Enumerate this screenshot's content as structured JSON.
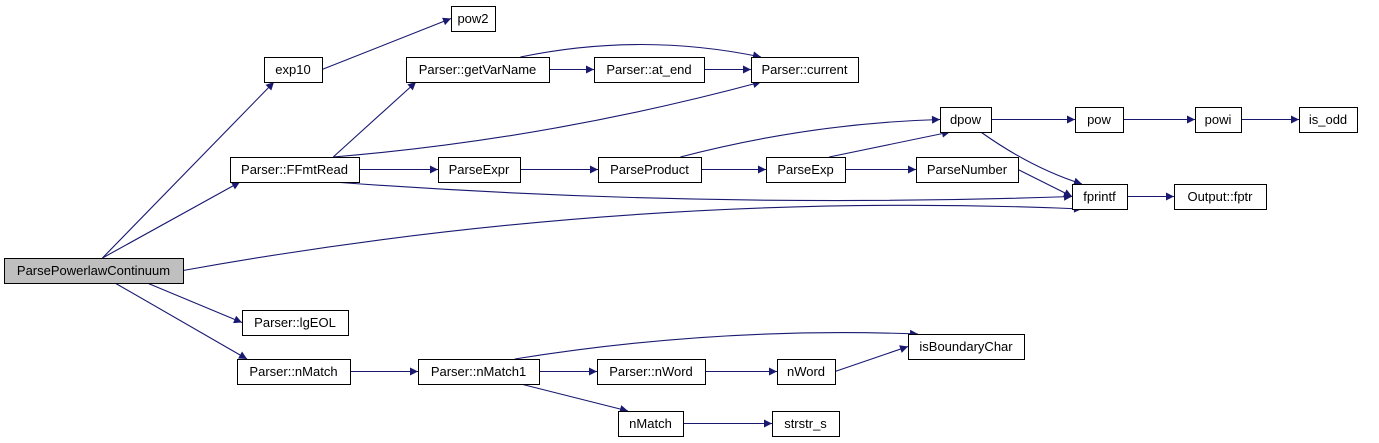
{
  "graph": {
    "colors": {
      "edge": "#191970",
      "root_fill": "#bfbfbf",
      "node_fill": "#ffffff",
      "border": "#000000"
    },
    "nodes": [
      {
        "id": "root",
        "label": "ParsePowerlawContinuum"
      },
      {
        "id": "exp10",
        "label": "exp10"
      },
      {
        "id": "pow2",
        "label": "pow2"
      },
      {
        "id": "getvar",
        "label": "Parser::getVarName"
      },
      {
        "id": "atend",
        "label": "Parser::at_end"
      },
      {
        "id": "current",
        "label": "Parser::current"
      },
      {
        "id": "ffmt",
        "label": "Parser::FFmtRead"
      },
      {
        "id": "parseexpr",
        "label": "ParseExpr"
      },
      {
        "id": "parseproduct",
        "label": "ParseProduct"
      },
      {
        "id": "parseexp",
        "label": "ParseExp"
      },
      {
        "id": "parsenumber",
        "label": "ParseNumber"
      },
      {
        "id": "dpow",
        "label": "dpow"
      },
      {
        "id": "pow",
        "label": "pow"
      },
      {
        "id": "powi",
        "label": "powi"
      },
      {
        "id": "isodd",
        "label": "is_odd"
      },
      {
        "id": "fprintf",
        "label": "fprintf"
      },
      {
        "id": "fptr",
        "label": "Output::fptr"
      },
      {
        "id": "lgeol",
        "label": "Parser::lgEOL"
      },
      {
        "id": "nmatchp",
        "label": "Parser::nMatch"
      },
      {
        "id": "nmatch1",
        "label": "Parser::nMatch1"
      },
      {
        "id": "nwordp",
        "label": "Parser::nWord"
      },
      {
        "id": "nword",
        "label": "nWord"
      },
      {
        "id": "isboundary",
        "label": "isBoundaryChar"
      },
      {
        "id": "nmatch",
        "label": "nMatch"
      },
      {
        "id": "strstrs",
        "label": "strstr_s"
      }
    ],
    "edges": [
      {
        "from": "root",
        "to": "exp10"
      },
      {
        "from": "root",
        "to": "ffmt"
      },
      {
        "from": "root",
        "to": "fprintf"
      },
      {
        "from": "root",
        "to": "lgeol"
      },
      {
        "from": "root",
        "to": "nmatchp"
      },
      {
        "from": "exp10",
        "to": "pow2"
      },
      {
        "from": "ffmt",
        "to": "getvar"
      },
      {
        "from": "ffmt",
        "to": "current"
      },
      {
        "from": "ffmt",
        "to": "parseexpr"
      },
      {
        "from": "ffmt",
        "to": "fprintf"
      },
      {
        "from": "getvar",
        "to": "atend"
      },
      {
        "from": "getvar",
        "to": "current"
      },
      {
        "from": "atend",
        "to": "current"
      },
      {
        "from": "parseexpr",
        "to": "parseproduct"
      },
      {
        "from": "parseproduct",
        "to": "dpow"
      },
      {
        "from": "parseproduct",
        "to": "parseexp"
      },
      {
        "from": "parseexp",
        "to": "dpow"
      },
      {
        "from": "parseexp",
        "to": "parsenumber"
      },
      {
        "from": "parsenumber",
        "to": "fprintf"
      },
      {
        "from": "dpow",
        "to": "pow"
      },
      {
        "from": "dpow",
        "to": "fprintf"
      },
      {
        "from": "pow",
        "to": "powi"
      },
      {
        "from": "powi",
        "to": "isodd"
      },
      {
        "from": "fprintf",
        "to": "fptr"
      },
      {
        "from": "nmatchp",
        "to": "nmatch1"
      },
      {
        "from": "nmatch1",
        "to": "isboundary"
      },
      {
        "from": "nmatch1",
        "to": "nwordp"
      },
      {
        "from": "nmatch1",
        "to": "nmatch"
      },
      {
        "from": "nwordp",
        "to": "nword"
      },
      {
        "from": "nword",
        "to": "isboundary"
      },
      {
        "from": "nmatch",
        "to": "strstrs"
      }
    ]
  }
}
